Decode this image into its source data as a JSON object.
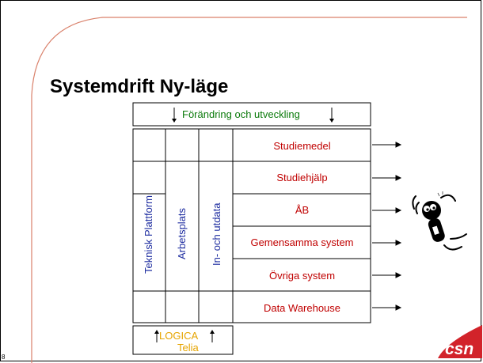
{
  "slide": {
    "title": "Systemdrift Ny-läge",
    "page_number": "8"
  },
  "header": {
    "change_label": "Förändring och utveckling"
  },
  "columns": [
    {
      "label": "Teknisk Plattform"
    },
    {
      "label": "Arbetsplats"
    },
    {
      "label": "In- och utdata"
    }
  ],
  "systems": [
    {
      "label": "Studiemedel"
    },
    {
      "label": "Studiehjälp"
    },
    {
      "label": "ÅB"
    },
    {
      "label": "Gemensamma system"
    },
    {
      "label": "Övriga system"
    },
    {
      "label": "Data Warehouse"
    }
  ],
  "vendors": {
    "line1": "LOGICA",
    "line2": "Telia"
  },
  "icons": {
    "logo": "csn-logo",
    "figure": "cartoon-figure"
  },
  "colors": {
    "system_text": "#c00000",
    "column_text": "#1f2ea0",
    "change_text": "#0b7a0b",
    "vendor_text": "#e6a400",
    "frame_accent": "#d9806a",
    "logo_red": "#d2232a"
  }
}
